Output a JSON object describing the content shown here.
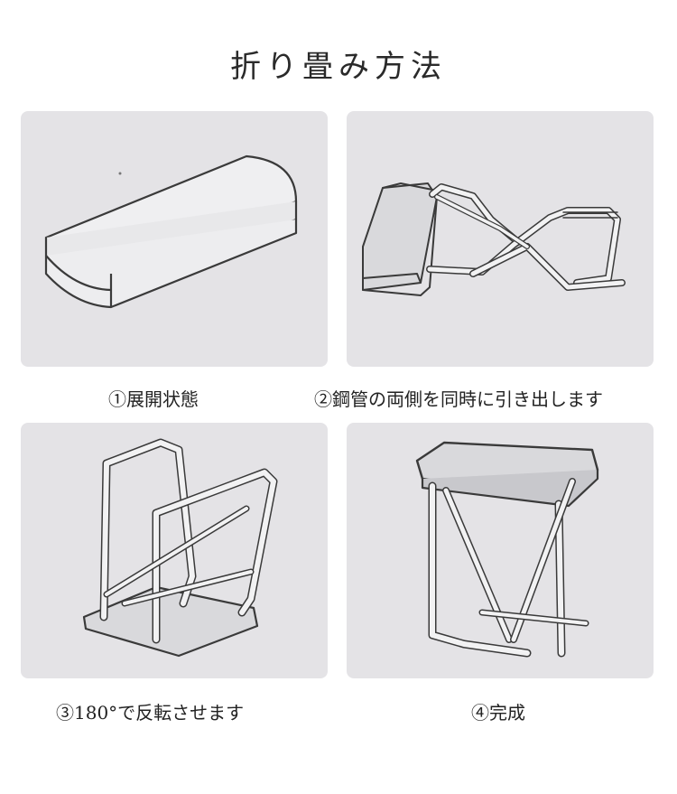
{
  "title": "折り畳み方法",
  "steps": [
    {
      "caption": "①展開状態"
    },
    {
      "caption": "②鋼管の両側を同時に引き出します"
    },
    {
      "caption": "③180°で反転させます"
    },
    {
      "caption": "④完成"
    }
  ],
  "colors": {
    "panel": "#e4e3e6",
    "line": "#3a3a3a",
    "pipe_fill": "#f2f2f3"
  }
}
